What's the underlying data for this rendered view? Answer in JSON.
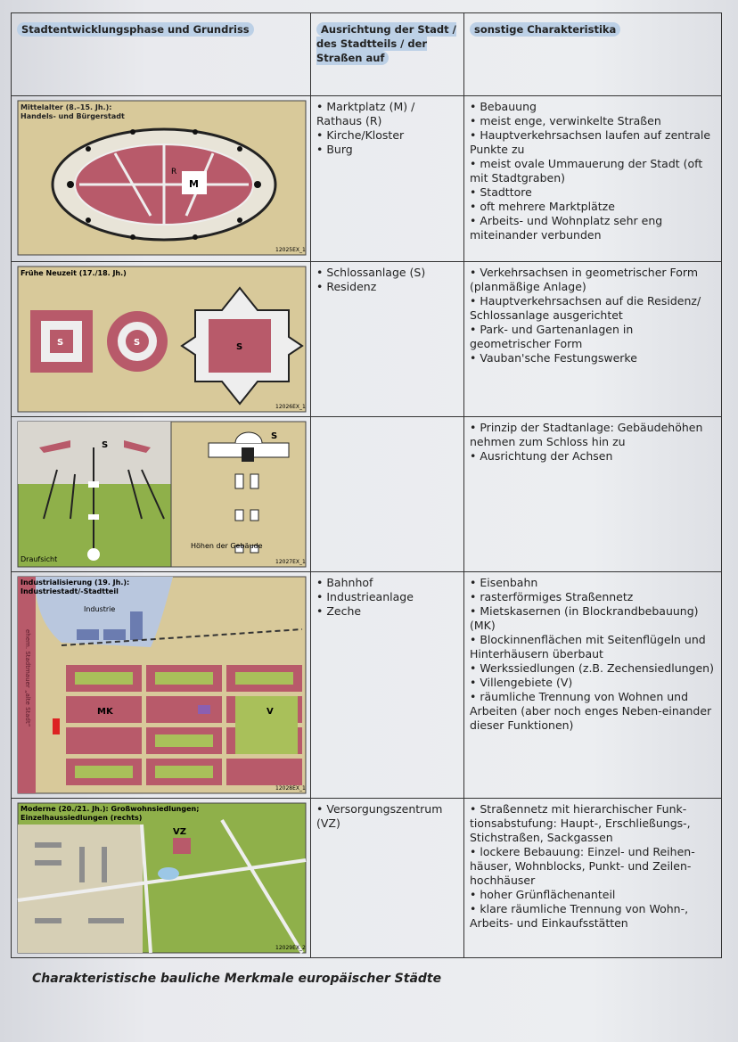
{
  "headers": {
    "col1": "Stadtentwicklungsphase und Grundriss",
    "col2": "Ausrichtung der Stadt / des Stadtteils / der Straßen auf",
    "col3": "sonstige Charakteristika"
  },
  "rows": [
    {
      "fig_title": "Mittelalter (8.–15. Jh.):",
      "fig_subtitle": "Handels- und Bürgerstadt",
      "fig_labels": {
        "r": "R",
        "m": "M"
      },
      "fig_code": "12025EX_1",
      "orientation": [
        "Marktplatz (M) / Rathaus (R)",
        "Kirche/Kloster",
        "Burg"
      ],
      "characteristics": [
        "Bebauung",
        "meist enge, verwinkelte Straßen",
        "Hauptverkehrsachsen laufen auf zentrale Punkte zu",
        "meist ovale Ummauerung der Stadt (oft mit Stadtgraben)",
        "Stadttore",
        "oft mehrere Marktplätze",
        "Arbeits- und Wohnplatz sehr eng miteinander verbunden"
      ]
    },
    {
      "fig_title": "Frühe Neuzeit (17./18. Jh.)",
      "fig_labels": {
        "s": "S"
      },
      "fig_code": "12026EX_1",
      "orientation": [
        "Schlossanlage (S)",
        "Residenz"
      ],
      "characteristics": [
        "Verkehrsachsen in geometrischer Form (planmäßige Anlage)",
        "Hauptverkehrsachsen auf die Residenz/ Schlossanlage ausgerichtet",
        "Park- und Gartenanlagen in geometrischer Form",
        "Vauban'sche Festungswerke"
      ]
    },
    {
      "fig_labels": {
        "s": "S",
        "top_view": "Draufsicht",
        "heights": "Höhen der Gebäude"
      },
      "fig_code": "12027EX_1",
      "orientation": [],
      "characteristics": [
        "Prinzip der Stadtanlage: Gebäudehöhen nehmen zum Schloss hin zu",
        "Ausrichtung der Achsen"
      ]
    },
    {
      "fig_title": "Industrialisierung (19. Jh.):",
      "fig_subtitle": "Industriestadt/-Stadtteil",
      "fig_labels": {
        "industry": "Industrie",
        "mk": "MK",
        "v": "V",
        "wall": "ehem. Stadtmauer „alte Stadt“"
      },
      "fig_code": "12028EX_1",
      "orientation": [
        "Bahnhof",
        "Industrieanlage",
        "Zeche"
      ],
      "characteristics": [
        "Eisenbahn",
        "rasterförmiges Straßennetz",
        "Mietskasernen (in Blockrandbebauung) (MK)",
        "Blockinnenflächen mit Seitenflügeln und Hinterhäusern überbaut",
        "Werkssiedlungen (z.B. Zechensiedlungen)",
        "Villengebiete (V)",
        "räumliche Trennung von Wohnen und Arbeiten (aber noch enges Neben-einander dieser Funktionen)"
      ]
    },
    {
      "fig_title": "Moderne (20./21. Jh.): Großwohnsiedlungen;",
      "fig_subtitle": "Einzelhaussiedlungen (rechts)",
      "fig_labels": {
        "vz": "VZ"
      },
      "fig_code": "12029EX_2",
      "orientation": [
        "Versorgungszentrum (VZ)"
      ],
      "characteristics": [
        "Straßennetz mit hierarchischer Funk-tionsabstufung: Haupt-, Erschließungs-, Stichstraßen, Sackgassen",
        "lockere Bebauung: Einzel- und Reihen-häuser, Wohnblocks, Punkt- und Zeilen-hochhäuser",
        "hoher Grünflächenanteil",
        "klare räumliche Trennung von Wohn-, Arbeits- und Einkaufsstätten"
      ]
    }
  ],
  "caption": "Charakteristische bauliche Merkmale europäischer Städte"
}
